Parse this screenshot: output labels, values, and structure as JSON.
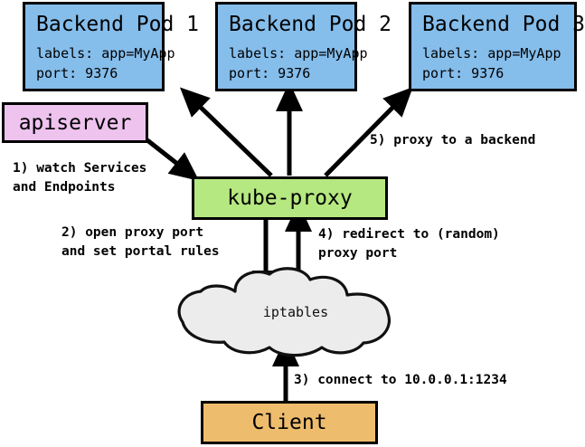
{
  "diagram": {
    "title": "kube-proxy service proxying flow",
    "colors": {
      "pod_fill": "#85bdeb",
      "apiserver_fill": "#eec3ee",
      "kubeproxy_fill": "#b5e880",
      "client_fill": "#edbc6d",
      "cloud_fill": "#ececec",
      "stroke": "#000000",
      "background": "#ffffff"
    },
    "nodes": {
      "pod1": {
        "title": "Backend Pod 1",
        "labels": "labels: app=MyApp",
        "port": "port: 9376"
      },
      "pod2": {
        "title": "Backend Pod 2",
        "labels": "labels: app=MyApp",
        "port": "port: 9376"
      },
      "pod3": {
        "title": "Backend Pod 3",
        "labels": "labels: app=MyApp",
        "port": "port: 9376"
      },
      "apiserver": {
        "title": "apiserver"
      },
      "kubeproxy": {
        "title": "kube-proxy"
      },
      "cloud": {
        "title": "iptables"
      },
      "client": {
        "title": "Client"
      }
    },
    "annotations": {
      "step1": "1) watch Services\nand Endpoints",
      "step2": "2) open proxy port\nand set portal rules",
      "step3": "3) connect to 10.0.0.1:1234",
      "step4": "4) redirect to (random)\nproxy port",
      "step5": "5) proxy to a backend"
    }
  }
}
